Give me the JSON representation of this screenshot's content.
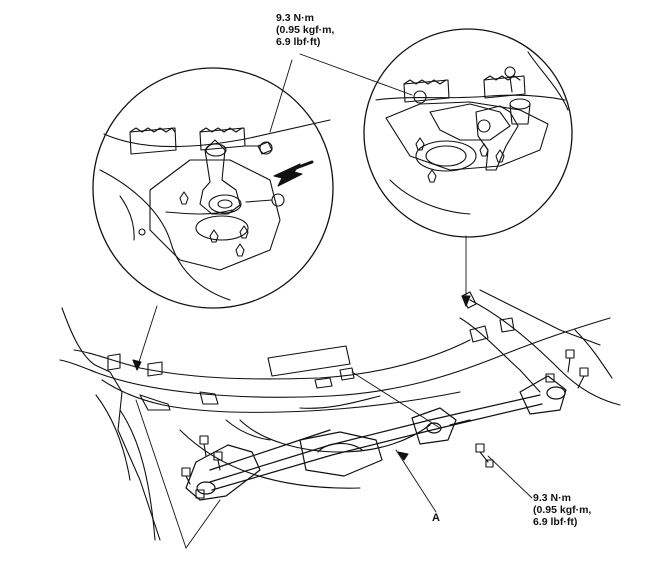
{
  "torque_top": {
    "line1": "9.3 N·m",
    "line2": "(0.95 kgf·m,",
    "line3": "6.9 lbf·ft)"
  },
  "torque_bottom": {
    "line1": "9.3 N·m",
    "line2": "(0.95 kgf·m,",
    "line3": "6.9 lbf·ft)"
  },
  "part_label": "A",
  "icons": [
    "detail-circle-left",
    "detail-circle-right",
    "direction-arrow-icon",
    "bolt-icon"
  ]
}
